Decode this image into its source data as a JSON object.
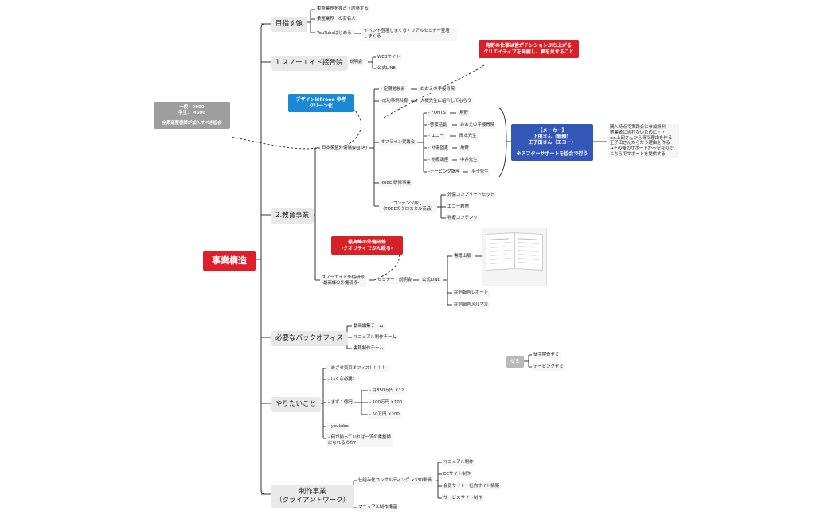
{
  "root": "事業構造",
  "categories": {
    "mezasu": "目指す像",
    "snowaid": "1.スノーエイド接骨院",
    "kyoiku": "2.教育事業",
    "backoffice": "必要なバックオフィス",
    "yaritai": "やりたいこと",
    "seisaku_line1": "制作事業",
    "seisaku_line2": "（クライアントワーク）"
  },
  "mezasu_items": [
    "柔整業界を独占・席巻する",
    "柔整業界一の有名人",
    "YouTubeはじめる"
  ],
  "youtube_child": [
    "イベント登壇しまくる・リアルセミナー登壇",
    "しまくる"
  ],
  "snowaid": {
    "setsumeikai": "説明会",
    "items": [
      "WEBサイト",
      "公式LINE"
    ]
  },
  "jjta": {
    "label": "日本柔整外傷協会(JJTA)",
    "branches": [
      "- 定期勉強会",
      "-成功事例共有",
      "オフライン実践会",
      "-toBE 研修事業"
    ],
    "teiki_child": "おおえの手接骨院",
    "seiko_child": "大槻先生に紹介してもらう",
    "offline": [
      {
        "name": "- FONTS",
        "val": "角野"
      },
      {
        "name": "-啓蒙活動",
        "val": "おおえの手接骨院"
      },
      {
        "name": "- エコー",
        "val": "岡本先生"
      },
      {
        "name": "- 外傷固定",
        "val": "角野"
      },
      {
        "name": "- 物療講座",
        "val": "中井先生"
      },
      {
        "name": "-テーピング講座",
        "val": "平子先生"
      }
    ],
    "contents_line1": "コンテンツ販し",
    "contents_line2": "（TOBEのクロスセル商品）",
    "contents_items": [
      "外傷コンプリートセット",
      "エコー教材",
      "物療コンテンツ"
    ]
  },
  "snow_kenshu": {
    "line1": "スノーエイド外傷研修",
    "line2": "-最高峰の外傷研修-",
    "seminar": "セミナー・説明会",
    "line": "公式LINE",
    "items": [
      "書籍出版",
      "症例報告レポート",
      "症例報告メルマガ"
    ]
  },
  "callouts": {
    "red_top": "角野の仕事は皆がテンションぶち上がるクリエイティブを発掘し、夢を見せること",
    "blue": [
      "デザインはFreee 参考",
      "クリーン化"
    ],
    "grey": [
      "一般：9000",
      "学生：　4500",
      "",
      "全柔道整復師が加入すべき協会"
    ],
    "navy": [
      "【メーカー】",
      "上田さん（物療）",
      "王子田さん（エコー）",
      "",
      "※アフターサポートを協会で行う"
    ],
    "navy_note": [
      "購入時点で実践会に参加無料",
      "他業者に流れないために・・",
      "ex.上田さんから買う理由を作る",
      " 王子田さんからかう理由を作る",
      "→その後のサポートが不安なので、",
      "こちらでサポートを提供する"
    ],
    "red_mid": [
      "最高峰の外傷研修",
      "-クオリティでぶん殴る-"
    ]
  },
  "backoffice_items": [
    "動画編集チーム",
    "マニュアル制作チーム",
    "書籍制作チーム"
  ],
  "yaritai": {
    "items": [
      "- めざせ東京オフィス！！！！",
      "- いくら必要?",
      "- まず１億円",
      "- youtube",
      "- 何が揃っていれば一流の柔整師"
    ],
    "item5_line2": "になれるのか?",
    "oku": [
      "- 月850万円 ✕12",
      "- 100万円 ✕100",
      "- 50万円 ✕200"
    ]
  },
  "zemi": {
    "label": "ゼミ",
    "items": [
      "徒手検査ゼミ",
      "テーピングゼミ"
    ]
  },
  "seisaku": {
    "consult": "仕組み化コンサルティング ×330単価",
    "consult_items": [
      "マニュアル制作",
      "ECサイト制作",
      "会員サイト・社内サイト構築",
      "サービスサイト制作"
    ],
    "manual": "マニュアル制作講座"
  },
  "colors": {
    "root": "#e01e2b",
    "red": "#d62128",
    "blue": "#1a88d3",
    "navy": "#3456b6",
    "grey": "#9e9e9e",
    "line": "#333333"
  }
}
